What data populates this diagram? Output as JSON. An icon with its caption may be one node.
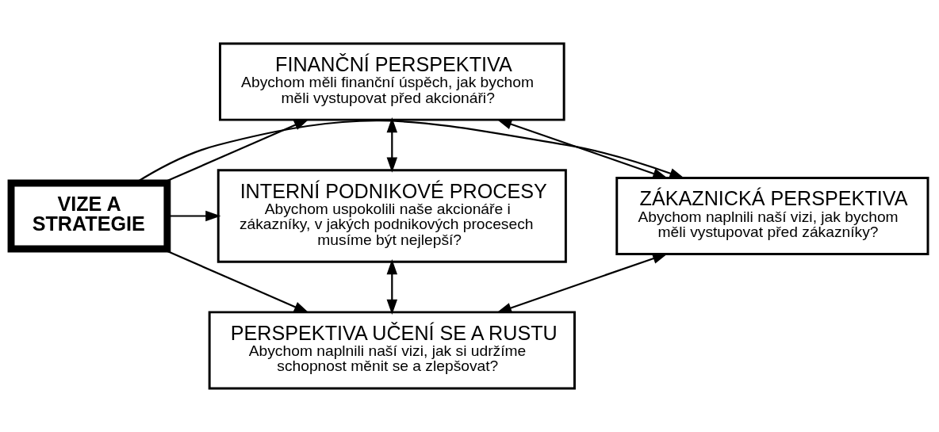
{
  "diagram": {
    "nodes": [
      {
        "text": [
          "FINANČNÍ PERSPEKTIVA",
          "Abychom měli finanční úspěch, jak bychom měli vystupovat před akcionáři?"
        ]
      },
      {
        "text": [
          "ZÁKAZNICKÁ PERSPEKTIVA",
          "Abychom naplnili naší vizi, jak bychom měli vystupovat před zákazníky?"
        ]
      },
      {
        "text": [
          "VIZE A STRATEGIE"
        ]
      },
      {
        "text": [
          "INTERNÍ PODNIKOVÉ PROCESY",
          "Abychom uspokolili naše akcionáře i zákazníky, v jakých podnikových procesech musíme být nejlepší?"
        ]
      },
      {
        "text": [
          "PERSPEKTIVA UČENÍ SE A RUSTU",
          "Abychom naplnili naší vizi, jak si udržíme schopnost měnit se a zlepšovat?"
        ]
      }
    ],
    "edges": [
      {
        "from": 2,
        "to": 0,
        "arrow": "to"
      },
      {
        "from": 2,
        "to": 1,
        "arrow": "to"
      },
      {
        "from": 2,
        "to": 3,
        "arrow": "to"
      },
      {
        "from": 2,
        "to": 4,
        "arrow": "to"
      },
      {
        "from": 0,
        "to": 1,
        "arrow": "both"
      },
      {
        "from": 0,
        "to": 3,
        "arrow": "both"
      },
      {
        "from": 1,
        "to": 4,
        "arrow": "both"
      },
      {
        "from": 3,
        "to": 4,
        "arrow": "both"
      }
    ]
  }
}
